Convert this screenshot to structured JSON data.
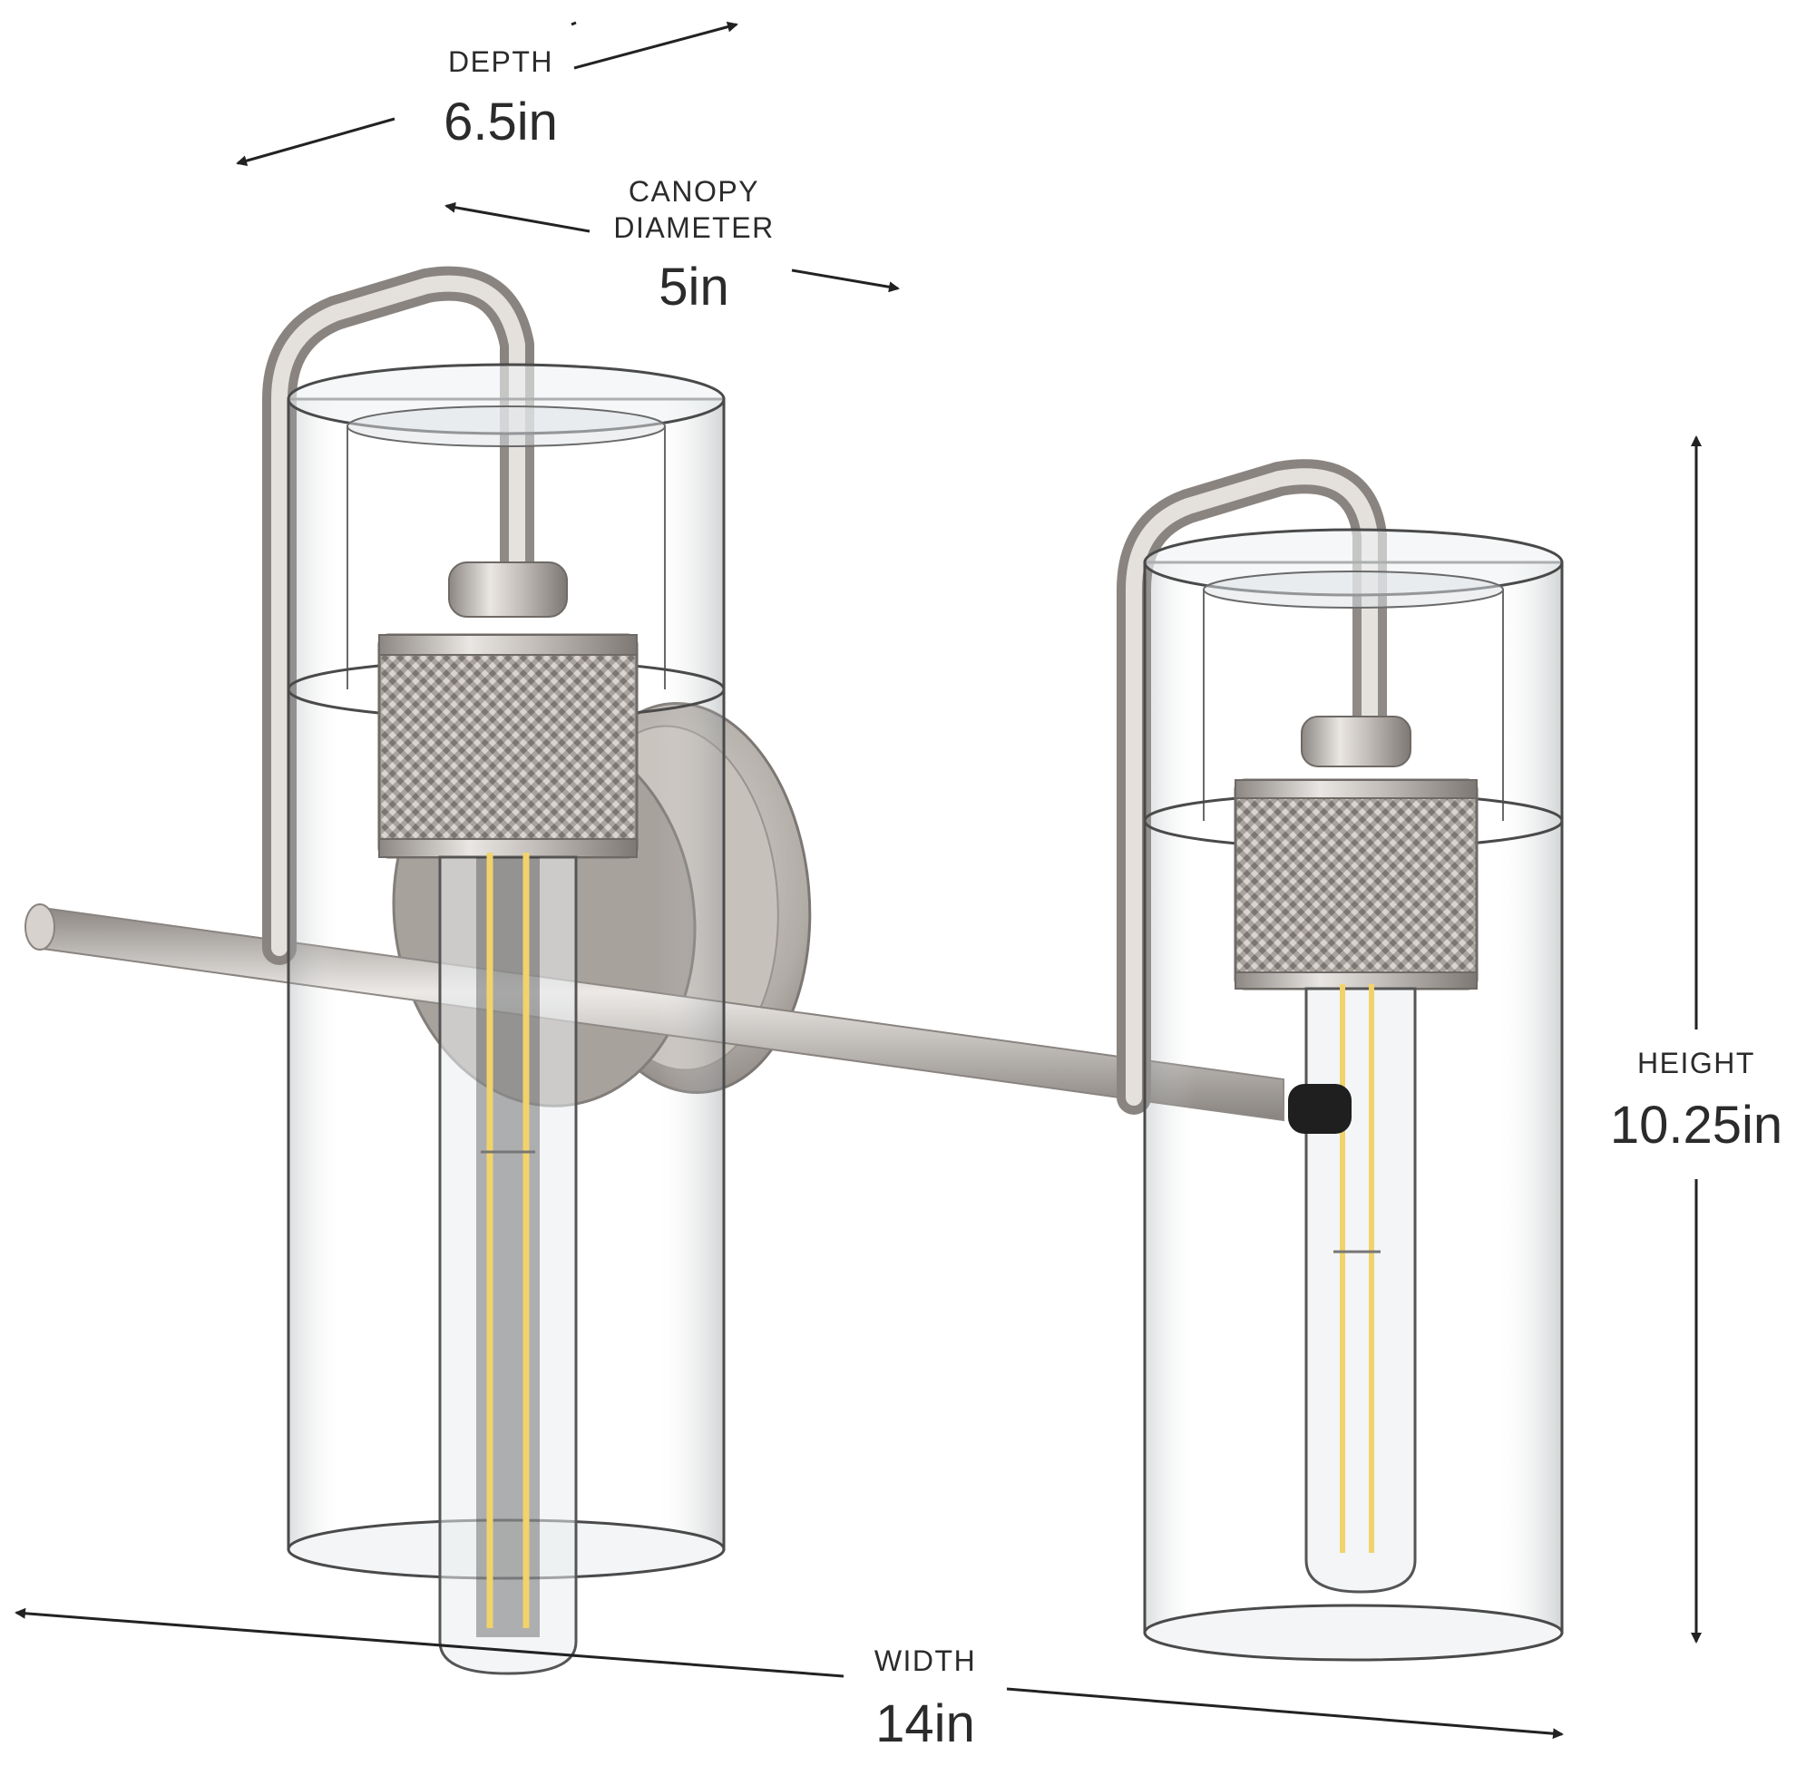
{
  "dimensions": {
    "depth": {
      "label": "DEPTH",
      "value": "6.5in"
    },
    "canopy": {
      "label_line1": "CANOPY",
      "label_line2": "DIAMETER",
      "value": "5in"
    },
    "height": {
      "label": "HEIGHT",
      "value": "10.25in"
    },
    "width": {
      "label": "WIDTH",
      "value": "14in"
    }
  },
  "colors": {
    "nickel": "#b9b3ae",
    "nickel_dark": "#7f7a76",
    "glass_edge": "#4a4a4a",
    "filament": "#f2d36b",
    "dimension_line": "#222222"
  },
  "icons": [
    "arrow-head-icon"
  ]
}
